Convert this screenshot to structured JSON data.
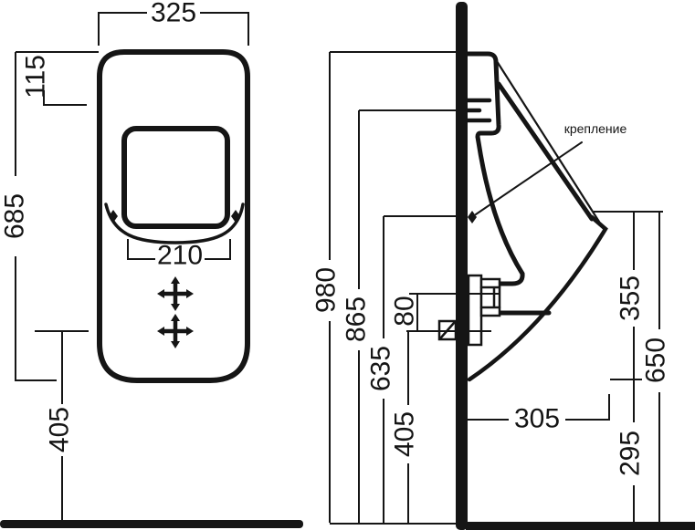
{
  "drawing": {
    "title": "urinal-installation-dimensions",
    "colors": {
      "line": "#151515",
      "background": "#ffffff"
    },
    "front_view": {
      "width_top": "325",
      "inlet_offset": "115",
      "total_height": "685",
      "basin_width": "210",
      "drain_height": "405"
    },
    "side_view": {
      "flush_pipe_top": "980",
      "flush_inlet": "865",
      "mounting_height": "635",
      "inlet_drain_gap": "80",
      "drain_height": "405",
      "depth": "305",
      "rim_height": "650",
      "rim_to_bottom": "355",
      "bottom_clearance": "295",
      "mount_label": "крепление"
    }
  }
}
